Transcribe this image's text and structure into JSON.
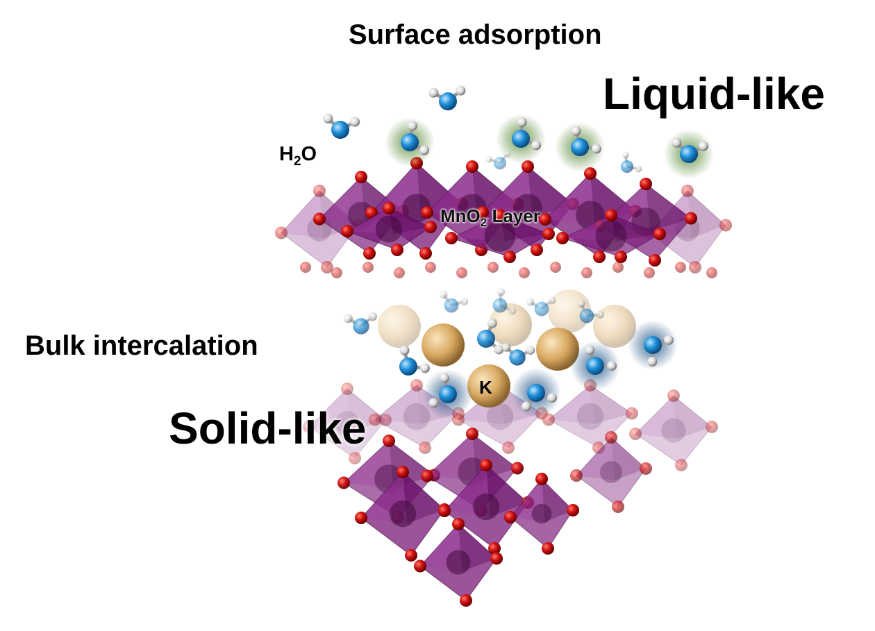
{
  "labels": {
    "surface_adsorption": "Surface adsorption",
    "liquid_like": "Liquid-like",
    "h2o_main": "H",
    "h2o_sub": "2",
    "h2o_end": "O",
    "mno2_main": "MnO",
    "mno2_sub": "2",
    "mno2_end": " Layer",
    "bulk_intercalation": "Bulk intercalation",
    "solid_like": "Solid-like",
    "potassium": "K"
  },
  "colors": {
    "octahedron": "#7a1a78",
    "oxygen": "#d01010",
    "water_oxygen": "#1e8fd8",
    "hydrogen": "#e0e0e0",
    "potassium": "#d8a860",
    "surface_halo": "#5a8a3a",
    "bulk_halo": "#2a5a8a"
  }
}
